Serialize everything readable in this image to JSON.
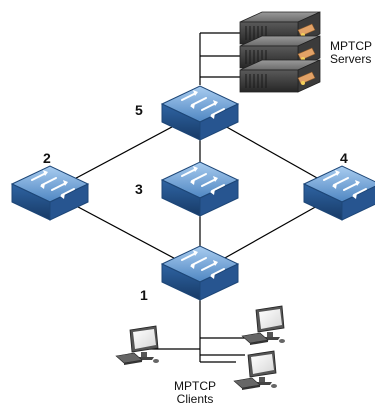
{
  "nodes": [
    {
      "id": "1",
      "label": "1"
    },
    {
      "id": "2",
      "label": "2"
    },
    {
      "id": "3",
      "label": "3"
    },
    {
      "id": "4",
      "label": "4"
    },
    {
      "id": "5",
      "label": "5"
    }
  ],
  "links": [
    [
      "5",
      "2"
    ],
    [
      "5",
      "3"
    ],
    [
      "5",
      "4"
    ],
    [
      "2",
      "1"
    ],
    [
      "3",
      "1"
    ],
    [
      "4",
      "1"
    ]
  ],
  "servers_caption": {
    "line1": "MPTCP",
    "line2": "Servers"
  },
  "clients_caption": {
    "line1": "MPTCP",
    "line2": "Clients"
  },
  "colors": {
    "switch_top": "#7fb1e3",
    "switch_side": "#2d5f9a",
    "line": "#000000",
    "server_body": "#3a3a3a",
    "drive_accent": "#e2a267"
  },
  "icons": [
    "switch-icon",
    "server-icon",
    "computer-icon"
  ]
}
